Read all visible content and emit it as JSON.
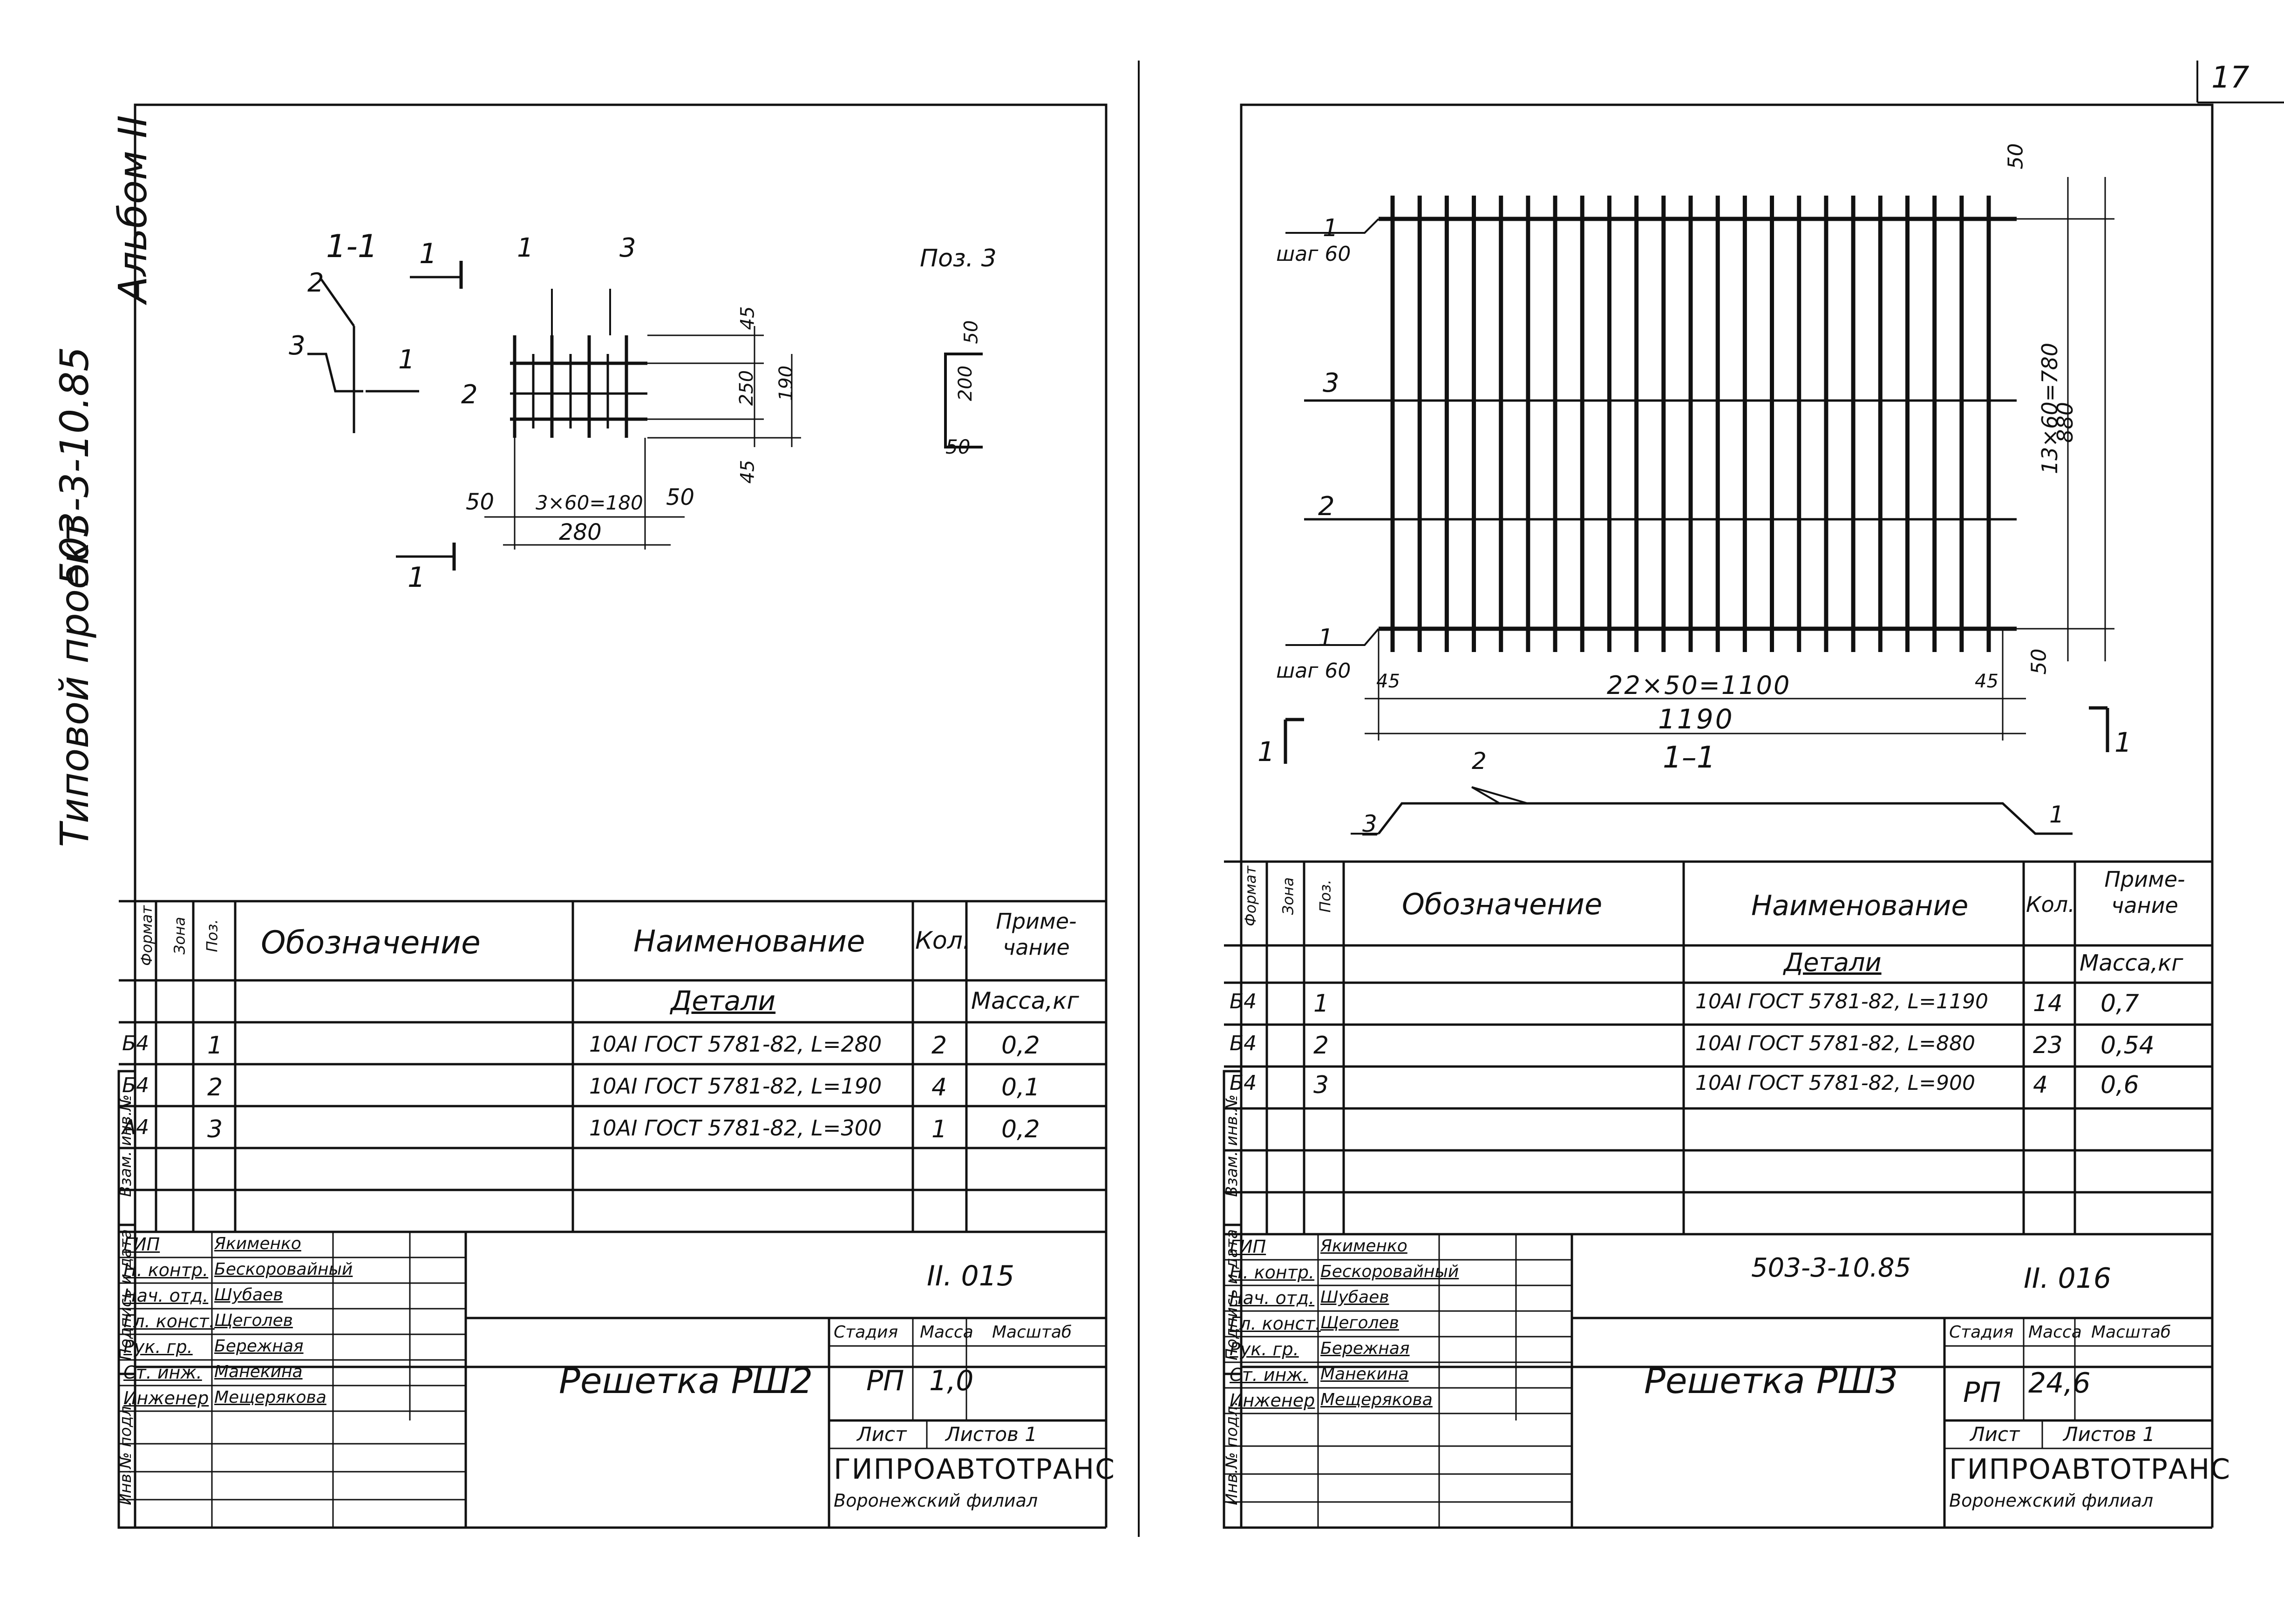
{
  "page_number": "17",
  "side_strip": {
    "album": "Альбом II",
    "project_code": "503-3-10.85",
    "project_type": "Типовой проект",
    "inv_vzam": "Взам. инв.№",
    "podpis_data": "Подпись и дата",
    "inv_podl": "Инв.№ подл."
  },
  "left_sheet": {
    "section_label": "1-1",
    "section_mark": "1",
    "pos_labels": [
      "1",
      "2",
      "3"
    ],
    "dims": {
      "d45": "45",
      "d250": "250",
      "d190": "190",
      "d45b": "45",
      "d50l": "50",
      "d3x60": "3×60=180",
      "d50r": "50",
      "d280": "280"
    },
    "pos3": {
      "title": "Поз. 3",
      "d50a": "50",
      "d200": "200",
      "d50b": "50"
    },
    "spec": {
      "headers": {
        "format": "Формат",
        "zone": "Зона",
        "pos": "Поз.",
        "designation": "Обозначение",
        "name": "Наименование",
        "qty": "Кол.",
        "note": "Приме-чание"
      },
      "section": "Детали",
      "mass_unit": "Масса,кг",
      "rows": [
        {
          "format": "Б4",
          "pos": "1",
          "name": "10АI ГОСТ 5781-82, L=280",
          "qty": "2",
          "mass": "0,2"
        },
        {
          "format": "Б4",
          "pos": "2",
          "name": "10АI ГОСТ 5781-82, L=190",
          "qty": "4",
          "mass": "0,1"
        },
        {
          "format": "А4",
          "pos": "3",
          "name": "10АI ГОСТ 5781-82, L=300",
          "qty": "1",
          "mass": "0,2"
        }
      ]
    },
    "stamp": {
      "roles": [
        "ГИП",
        "Н. контр.",
        "Нач. отд.",
        "Гл. конст.",
        "Рук. гр.",
        "Ст. инж.",
        "Инженер"
      ],
      "names": [
        "Якименко",
        "Бескоровайный",
        "Шубаев",
        "Щеголев",
        "Бережная",
        "Манекина",
        "Мещерякова"
      ],
      "code": "II. 015",
      "title": "Решетка РШ2",
      "stage_label": "Стадия",
      "mass_label": "Масса",
      "scale_label": "Масштаб",
      "stage": "РП",
      "mass": "1,0",
      "sheet_label": "Лист",
      "sheets_label": "Листов 1",
      "org": "ГИПРОАВТОТРАНС",
      "branch": "Воронежский филиал"
    }
  },
  "right_sheet": {
    "callouts": {
      "p1_top": "1",
      "shag_top": "шаг 60",
      "p3": "3",
      "p2": "2",
      "p1_bot": "1",
      "shag_bot": "шаг 60"
    },
    "dims": {
      "d50_top": "50",
      "d13x60": "13×60=780",
      "d880": "880",
      "d50_bot": "50",
      "d45l": "45",
      "d22x50": "22×50=1100",
      "d45r": "45",
      "d1190": "1190"
    },
    "section": {
      "label": "1–1",
      "mark_l": "1",
      "mark_r": "1",
      "p2": "2",
      "p3": "3",
      "p1": "1"
    },
    "spec": {
      "headers": {
        "format": "Формат",
        "zone": "Зона",
        "pos": "Поз.",
        "designation": "Обозначение",
        "name": "Наименование",
        "qty": "Кол.",
        "note": "Приме-чание"
      },
      "section": "Детали",
      "mass_unit": "Масса,кг",
      "rows": [
        {
          "format": "Б4",
          "pos": "1",
          "name": "10АI ГОСТ 5781-82, L=1190",
          "qty": "14",
          "mass": "0,7"
        },
        {
          "format": "Б4",
          "pos": "2",
          "name": "10АI ГОСТ 5781-82, L=880",
          "qty": "23",
          "mass": "0,54"
        },
        {
          "format": "Б4",
          "pos": "3",
          "name": "10АI ГОСТ 5781-82, L=900",
          "qty": "4",
          "mass": "0,6"
        }
      ]
    },
    "stamp": {
      "roles": [
        "ГИП",
        "Н. контр.",
        "Нач. отд.",
        "Гл. конст.",
        "Рук. гр.",
        "Ст. инж.",
        "Инженер"
      ],
      "names": [
        "Якименко",
        "Бескоровайный",
        "Шубаев",
        "Щеголев",
        "Бережная",
        "Манекина",
        "Мещерякова"
      ],
      "project_code": "503-3-10.85",
      "code": "II. 016",
      "title": "Решетка РШ3",
      "stage_label": "Стадия",
      "mass_label": "Масса",
      "scale_label": "Масштаб",
      "stage": "РП",
      "mass": "24,6",
      "sheet_label": "Лист",
      "sheets_label": "Листов 1",
      "org": "ГИПРОАВТОТРАНС",
      "branch": "Воронежский филиал"
    }
  }
}
